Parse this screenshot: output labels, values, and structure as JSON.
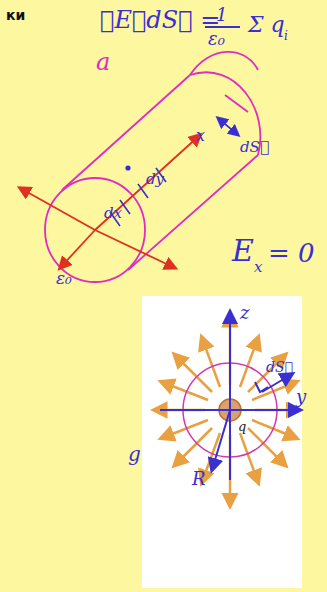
{
  "diagram": {
    "labels": [
      "ки",
      "∮E⃗dS⃗ =",
      "1",
      "ε₀",
      "Σ q",
      "i",
      "a",
      "dy",
      "dx",
      "x",
      "dS⃗",
      "ε₀",
      "E",
      "x",
      "= 0",
      "z",
      "y",
      "dS⃗",
      "q",
      "R",
      "g"
    ]
  }
}
